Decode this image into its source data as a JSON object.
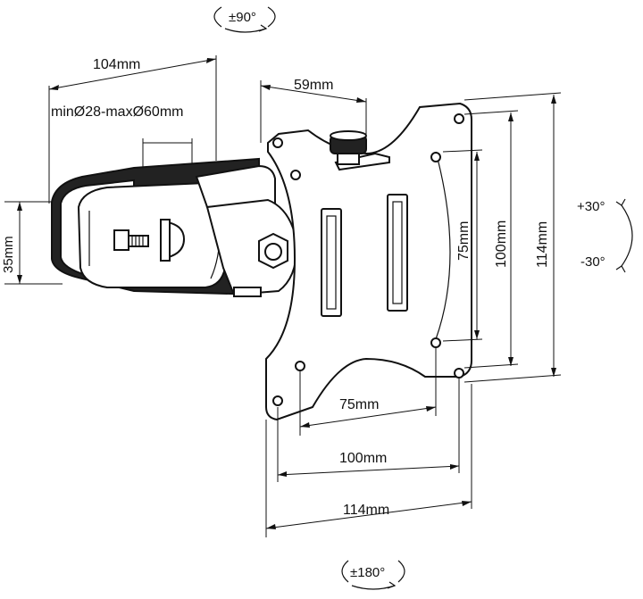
{
  "diagram": {
    "rotations": {
      "top": "±90°",
      "bottom": "±180°",
      "tilt_up": "+30°",
      "tilt_down": "-30°"
    },
    "dimensions": {
      "arm_width": "104mm",
      "clamp_range": "minØ28-maxØ60mm",
      "arm_height": "35mm",
      "knob_offset": "59mm",
      "vesa_75_vertical": "75mm",
      "vesa_100_vertical": "100mm",
      "vesa_114_vertical": "114mm",
      "vesa_75_horizontal": "75mm",
      "vesa_100_horizontal": "100mm",
      "vesa_114_horizontal": "114mm"
    }
  }
}
